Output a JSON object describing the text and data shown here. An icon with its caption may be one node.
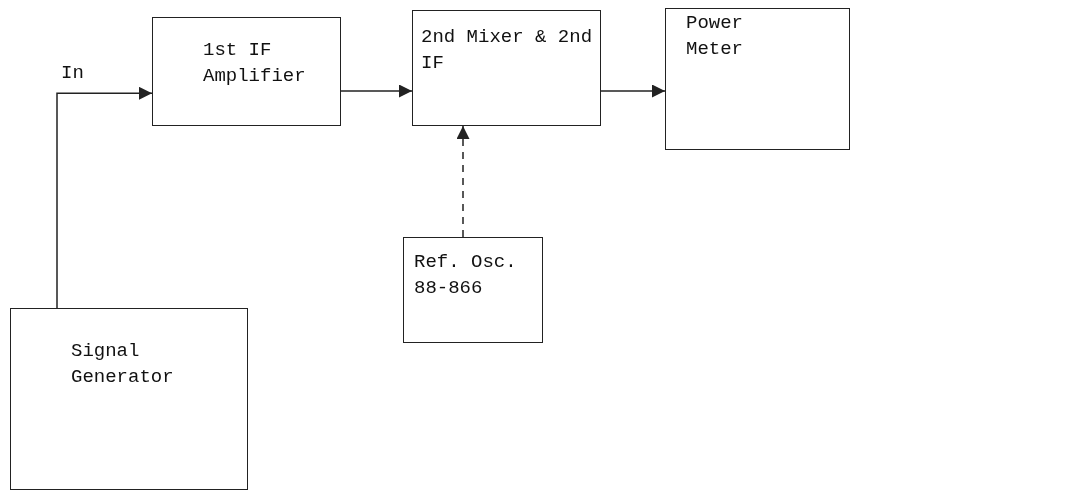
{
  "diagram": {
    "nodes": [
      {
        "text": [
          "Signal Generator"
        ]
      },
      {
        "text": [
          "1st IF Amplifier"
        ]
      },
      {
        "text": [
          "2nd Mixer & 2nd IF"
        ]
      },
      {
        "text": [
          "Power Meter"
        ]
      },
      {
        "text": [
          "Ref. Osc. 88-866"
        ]
      }
    ],
    "edges": [
      {
        "from": 0,
        "to": 1,
        "arrow": "to",
        "label": "In"
      },
      {
        "from": 1,
        "to": 2,
        "arrow": "to"
      },
      {
        "from": 2,
        "to": 3,
        "arrow": "to"
      },
      {
        "from": 4,
        "to": 2,
        "arrow": "to",
        "style": "dashed"
      }
    ]
  }
}
